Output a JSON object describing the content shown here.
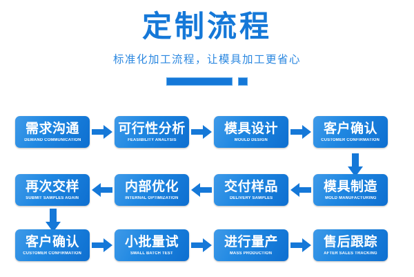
{
  "header": {
    "title": "定制流程",
    "subtitle": "标准化加工流程，让模具加工更省心",
    "divider_bar": "divider-bar",
    "divider_dot": "divider-dot"
  },
  "colors": {
    "brand_blue": "#1578d8",
    "node_light": "#3f9ae8",
    "node_dark": "#0e6fd0",
    "arrow_blue": "#1578d8",
    "subtitle_blue": "#2a87e0",
    "background": "#ffffff"
  },
  "flow": {
    "rows": [
      {
        "direction": "right",
        "nodes": [
          {
            "cn": "需求沟通",
            "en": "DEMAND COMMUNICATION"
          },
          {
            "cn": "可行性分析",
            "en": "FEASIBILITY ANALYSIS"
          },
          {
            "cn": "模具设计",
            "en": "MOULD DESIGN"
          },
          {
            "cn": "客户确认",
            "en": "CUSTOMER CONFIRMATION"
          }
        ]
      },
      {
        "direction": "left",
        "nodes": [
          {
            "cn": "再次交样",
            "en": "SUBMIT SAMPLES AGAIN"
          },
          {
            "cn": "内部优化",
            "en": "INTERNAL OPTIMIZATION"
          },
          {
            "cn": "交付样品",
            "en": "DELIVERY SAMPLES"
          },
          {
            "cn": "模具制造",
            "en": "MOLD MANUFACTURING"
          }
        ]
      },
      {
        "direction": "right",
        "nodes": [
          {
            "cn": "客户确认",
            "en": "CUSTOMER CONFIRMATION"
          },
          {
            "cn": "小批量试",
            "en": "SMALL BATCH TEST"
          },
          {
            "cn": "进行量产",
            "en": "MASS PRODUCTION"
          },
          {
            "cn": "售后跟踪",
            "en": "AFTER SALES TRACKING"
          }
        ]
      }
    ],
    "connectors": [
      {
        "name": "row1-to-row2",
        "direction": "down",
        "side": "right"
      },
      {
        "name": "row2-to-row3",
        "direction": "down",
        "side": "left"
      }
    ]
  }
}
